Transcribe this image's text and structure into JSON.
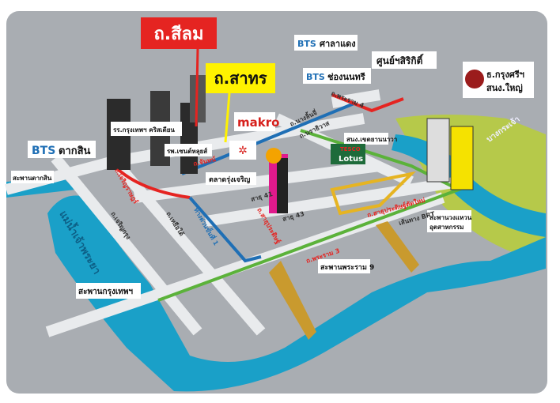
{
  "callouts": {
    "silom": "ถ.สีลม",
    "sathorn": "ถ.สาทร",
    "bts_taksin": {
      "prefix": "BTS",
      "name": "ตากสิน"
    },
    "bts_saladaeng": {
      "prefix": "BTS",
      "name": "ศาลาแดง"
    },
    "bts_chongnonsi": {
      "prefix": "BTS",
      "name": "ช่องนนทรี"
    },
    "sirikit": "ศูนย์ฯสิริกิติ์",
    "krungsri_line1": "ธ.กรุงศรีฯ",
    "krungsri_line2": "สนง.ใหญ่",
    "christian_school": "รร.กรุงเทพฯ คริสเตียน",
    "st_louis": "รพ.เซนต์หลุยส์",
    "makro": "makro",
    "rung_charoen": "ตลาดรุ่งเจริญ",
    "yannawa_office": "สนง.เขตยานนาวา",
    "tesco": "TESCO",
    "lotus": "Lotus",
    "taksin_bridge": "สะพานตากสิน",
    "krungthep_bridge": "สะพานกรุงเทพฯ",
    "rama9_bridge": "สะพานพระราม 9",
    "industrial_ring_bridge_line1": "สะพานวงแหวน",
    "industrial_ring_bridge_line2": "อุตสาหกรรม"
  },
  "roads": {
    "charoen_krung": "ถ.เจริญกรุง",
    "nang_linchi_south": "ถ.เหยือใต้",
    "chan": "ถ.จันทน์",
    "sathu_pradit": "ถ.สาธุประดิษฐ์",
    "sathu_pradit_new": "ถ.สาธุประดิษฐ์ตัดใหม่",
    "rama3": "ถ.พระราม 3",
    "rama4": "ถ.พระราม 4",
    "nang_linchi": "ถ.นางลิ้นจี่",
    "narathiwat": "ถ.นราธิวาส",
    "brt": "เส้นทาง BRT",
    "charoen_rat": "ถ.เจริญราษฎร์",
    "expressway": "ทางด่วนขั้นที่ 1",
    "soi41": "สาธุ 41",
    "soi43": "สาธุ 43"
  },
  "areas": {
    "river": "แม่น้ำเจ้าพระยา",
    "bang_krachao": "บางกระเจ้า"
  },
  "colors": {
    "background": "#a9adb2",
    "road": "#e9ebed",
    "river": "#1aa0c8",
    "silom": "#e52421",
    "sathorn": "#fff200",
    "bts": "#1f6fb5",
    "green_route": "#5bb23a",
    "yellow_route": "#e6b422",
    "grass": "#b6c94a"
  }
}
